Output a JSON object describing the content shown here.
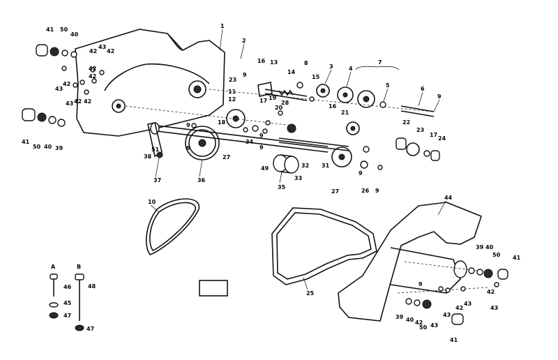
{
  "callouts": [
    {
      "id": "c1",
      "text": "1"
    },
    {
      "id": "c2",
      "text": "2"
    },
    {
      "id": "c3",
      "text": "3"
    },
    {
      "id": "c4",
      "text": "4"
    },
    {
      "id": "c5",
      "text": "5"
    },
    {
      "id": "c6",
      "text": "6"
    },
    {
      "id": "c7",
      "text": "7"
    },
    {
      "id": "c8",
      "text": "8"
    },
    {
      "id": "c9",
      "text": "9"
    },
    {
      "id": "c10",
      "text": "10"
    },
    {
      "id": "c11",
      "text": "11"
    },
    {
      "id": "c12",
      "text": "12"
    },
    {
      "id": "c13",
      "text": "13"
    },
    {
      "id": "c14",
      "text": "14"
    },
    {
      "id": "c15",
      "text": "15"
    },
    {
      "id": "c16",
      "text": "16"
    },
    {
      "id": "c17",
      "text": "17"
    },
    {
      "id": "c18",
      "text": "18"
    },
    {
      "id": "c19",
      "text": "19"
    },
    {
      "id": "c20",
      "text": "20"
    },
    {
      "id": "c21",
      "text": "21"
    },
    {
      "id": "c22",
      "text": "22"
    },
    {
      "id": "c23",
      "text": "23"
    },
    {
      "id": "c24",
      "text": "24"
    },
    {
      "id": "c25",
      "text": "25"
    },
    {
      "id": "c26",
      "text": "26"
    },
    {
      "id": "c27",
      "text": "27"
    },
    {
      "id": "c28",
      "text": "28"
    },
    {
      "id": "c31",
      "text": "31"
    },
    {
      "id": "c32",
      "text": "32"
    },
    {
      "id": "c33",
      "text": "33"
    },
    {
      "id": "c34",
      "text": "34"
    },
    {
      "id": "c35",
      "text": "35"
    },
    {
      "id": "c36",
      "text": "36"
    },
    {
      "id": "c37",
      "text": "37"
    },
    {
      "id": "c38",
      "text": "38"
    },
    {
      "id": "c39",
      "text": "39"
    },
    {
      "id": "c40",
      "text": "40"
    },
    {
      "id": "c41",
      "text": "41"
    },
    {
      "id": "c42",
      "text": "42"
    },
    {
      "id": "c43",
      "text": "43"
    },
    {
      "id": "c44",
      "text": "44"
    },
    {
      "id": "c45",
      "text": "45"
    },
    {
      "id": "c46",
      "text": "46"
    },
    {
      "id": "c47",
      "text": "47"
    },
    {
      "id": "c48",
      "text": "48"
    },
    {
      "id": "c49",
      "text": "49"
    },
    {
      "id": "c50",
      "text": "50"
    },
    {
      "id": "c51",
      "text": "51"
    },
    {
      "id": "cA",
      "text": "A"
    },
    {
      "id": "cB",
      "text": "B"
    }
  ]
}
